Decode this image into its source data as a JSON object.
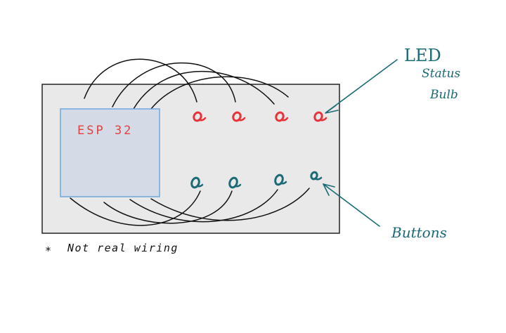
{
  "colors": {
    "board_fill": "#e9e9e9",
    "board_stroke": "#222222",
    "module_fill": "#d4dbe6",
    "module_stroke": "#6ea8df",
    "module_text": "#e2403f",
    "led": "#e8333a",
    "button": "#1a6a77",
    "wire": "#111111",
    "label": "#1a6a77",
    "note": "#111111"
  },
  "module": {
    "label": "ESP 32"
  },
  "labels": {
    "led_line1": "LED",
    "led_line2": "Status",
    "led_line3": "Bulb",
    "buttons": "Buttons"
  },
  "note": {
    "asterisk": "*",
    "text": "Not real wiring"
  },
  "components": {
    "led_count": 4,
    "button_count": 4
  }
}
